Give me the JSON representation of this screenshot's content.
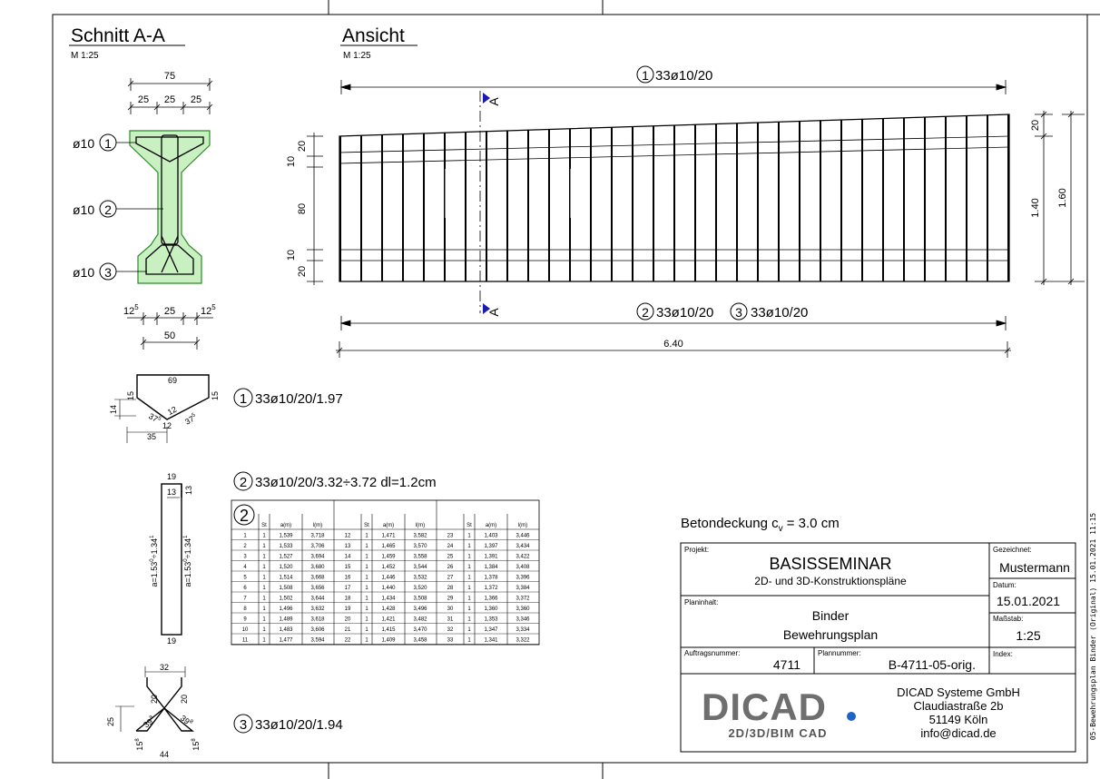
{
  "section": {
    "title": "Schnitt A-A",
    "scale": "M 1:25"
  },
  "view": {
    "title": "Ansicht",
    "scale": "M 1:25",
    "cut_label": "A"
  },
  "section_dims": {
    "top_width": "75",
    "top_parts": [
      "25",
      "25",
      "25"
    ],
    "bottom_parts": [
      "12",
      "25",
      "12"
    ],
    "bottom_sup": "5",
    "bottom_width": "50"
  },
  "bar_labels": [
    {
      "dia": "ø10",
      "num": "1"
    },
    {
      "dia": "ø10",
      "num": "2"
    },
    {
      "dia": "ø10",
      "num": "3"
    }
  ],
  "view_dims": {
    "top_label": {
      "num": "1",
      "text": "33ø10/20"
    },
    "bottom_label_a": {
      "num": "2",
      "text": "33ø10/20"
    },
    "bottom_label_b": {
      "num": "3",
      "text": "33ø10/20"
    },
    "total_length": "6.40",
    "left_dims": [
      "20",
      "10",
      "80",
      "10",
      "20"
    ],
    "right_small": "20",
    "right_mid": "1.40",
    "right_big": "1.60"
  },
  "schedule": {
    "bar1": {
      "num": "1",
      "text": "33ø10/20/1.97",
      "dims": {
        "top": "69",
        "left": "15",
        "right": "15",
        "left_small": "14",
        "chamfer": "12",
        "bottom": "12",
        "angle_l": "37",
        "angle_r": "37",
        "angle_sup": "5",
        "base": "35"
      }
    },
    "bar2": {
      "num": "2",
      "text": "33ø10/20/3.32÷3.72 dl=1.2cm",
      "dims": {
        "top": "19",
        "hook": "13",
        "hook_r": "13",
        "bottom": "19",
        "left": "a=1.53",
        "right": "a=1.53",
        "left_suffix": "÷1.34",
        "right_suffix": "÷1.34",
        "sup": "0",
        "sup2": "1"
      }
    },
    "bar3": {
      "num": "3",
      "text": "33ø10/20/1.94",
      "dims": {
        "top": "32",
        "leg_l": "20",
        "leg_r": "20",
        "height": "25",
        "angle_l": "39",
        "angle_r": "39",
        "angle_sup": "8",
        "foot_l": "15",
        "foot_r": "15",
        "foot_sup": "8",
        "bottom": "44"
      }
    }
  },
  "table": {
    "id": "2",
    "headers": [
      "St",
      "a(m)",
      "l(m)"
    ],
    "rows": [
      [
        [
          "1",
          "1",
          "1,539",
          "3,718"
        ],
        [
          "12",
          "1",
          "1,471",
          "3,582"
        ],
        [
          "23",
          "1",
          "1,403",
          "3,446"
        ]
      ],
      [
        [
          "2",
          "1",
          "1,533",
          "3,706"
        ],
        [
          "13",
          "1",
          "1,465",
          "3,570"
        ],
        [
          "24",
          "1",
          "1,397",
          "3,434"
        ]
      ],
      [
        [
          "3",
          "1",
          "1,527",
          "3,694"
        ],
        [
          "14",
          "1",
          "1,459",
          "3,558"
        ],
        [
          "25",
          "1",
          "1,391",
          "3,422"
        ]
      ],
      [
        [
          "4",
          "1",
          "1,520",
          "3,680"
        ],
        [
          "15",
          "1",
          "1,452",
          "3,544"
        ],
        [
          "26",
          "1",
          "1,384",
          "3,408"
        ]
      ],
      [
        [
          "5",
          "1",
          "1,514",
          "3,668"
        ],
        [
          "16",
          "1",
          "1,446",
          "3,532"
        ],
        [
          "27",
          "1",
          "1,378",
          "3,396"
        ]
      ],
      [
        [
          "6",
          "1",
          "1,508",
          "3,656"
        ],
        [
          "17",
          "1",
          "1,440",
          "3,520"
        ],
        [
          "28",
          "1",
          "1,372",
          "3,384"
        ]
      ],
      [
        [
          "7",
          "1",
          "1,502",
          "3,644"
        ],
        [
          "18",
          "1",
          "1,434",
          "3,508"
        ],
        [
          "29",
          "1",
          "1,366",
          "3,372"
        ]
      ],
      [
        [
          "8",
          "1",
          "1,496",
          "3,632"
        ],
        [
          "19",
          "1",
          "1,428",
          "3,496"
        ],
        [
          "30",
          "1",
          "1,360",
          "3,360"
        ]
      ],
      [
        [
          "9",
          "1",
          "1,489",
          "3,618"
        ],
        [
          "20",
          "1",
          "1,421",
          "3,482"
        ],
        [
          "31",
          "1",
          "1,353",
          "3,346"
        ]
      ],
      [
        [
          "10",
          "1",
          "1,483",
          "3,606"
        ],
        [
          "21",
          "1",
          "1,415",
          "3,470"
        ],
        [
          "32",
          "1",
          "1,347",
          "3,334"
        ]
      ],
      [
        [
          "11",
          "1",
          "1,477",
          "3,594"
        ],
        [
          "22",
          "1",
          "1,409",
          "3,458"
        ],
        [
          "33",
          "1",
          "1,341",
          "3,322"
        ]
      ]
    ]
  },
  "cover": {
    "label": "Betondeckung c",
    "sub": "v",
    "value": " = 3.0 cm"
  },
  "titleblock": {
    "projekt_label": "Projekt:",
    "projekt_title": "BASISSEMINAR",
    "projekt_sub": "2D- und 3D-Konstruktionspläne",
    "planinhalt_label": "Planinhalt:",
    "planinhalt_1": "Binder",
    "planinhalt_2": "Bewehrungsplan",
    "auftrag_label": "Auftragsnummer:",
    "auftrag_value": "4711",
    "plan_label": "Plannummer:",
    "plan_value": "B-4711-05-orig.",
    "gez_label": "Gezeichnet:",
    "gez_value": "Mustermann",
    "datum_label": "Datum:",
    "datum_value": "15.01.2021",
    "massstab_label": "Maßstab:",
    "massstab_value": "1:25",
    "index_label": "Index:",
    "logo_text": "DICAD",
    "logo_sub": "2D/3D/BIM CAD",
    "company": [
      "DICAD Systeme GmbH",
      "Claudiastraße 2b",
      "51149 Köln",
      "info@dicad.de"
    ]
  },
  "side_stamp": "05-Bewehrungsplan Binder (Original) 15.01.2021 11:15",
  "colors": {
    "concrete_fill": "#c8f0c0",
    "concrete_stroke": "#2a8a2a",
    "cut_marker": "#1a1ab4",
    "logo_gray": "#6e6e6e",
    "logo_dot": "#1e64c8"
  }
}
